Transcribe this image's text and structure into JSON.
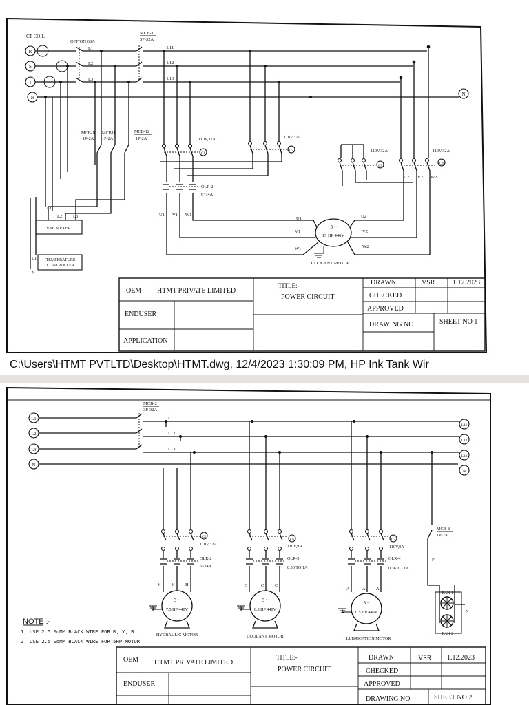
{
  "sheet1": {
    "source_labels": [
      "R",
      "S",
      "T",
      "N"
    ],
    "ct_coil": "CT COIL",
    "offon": "OFF/ON 63A",
    "main_phase_labels": [
      "L1",
      "L2",
      "L3"
    ],
    "mcb1": {
      "name": "MCB-1",
      "rating": "3P-32A"
    },
    "bus_labels": [
      "L11",
      "L12",
      "L13"
    ],
    "neutral_right": "N",
    "mcb10": {
      "name": "MCB-10",
      "rating": "1P-2A"
    },
    "mcb11": {
      "name": "MCB11",
      "rating": "1P-2A"
    },
    "mcb12": {
      "name": "MCB-12",
      "rating": "1P-2A"
    },
    "c1": {
      "rating": "110V,32A",
      "label": "C1"
    },
    "c2": {
      "rating": "110V,32A",
      "label": "C2"
    },
    "c3": {
      "rating": "110V,32A",
      "label": "C3"
    },
    "c4": {
      "rating": "110V,32A",
      "label": "C4"
    },
    "olr2": {
      "name": "OLR-2",
      "range": "6~14A"
    },
    "u_labels": [
      "U1",
      "V1",
      "W1"
    ],
    "u2_labels": [
      "U2",
      "V2",
      "W2"
    ],
    "vaf_labels": [
      "L1",
      "L2",
      "L3"
    ],
    "vaf_meter": "VAF METER",
    "temp_l": "L1",
    "temp_n": "N",
    "temp_controller": [
      "TEMPERATURE",
      "CONTROLLER"
    ],
    "motor": {
      "symbol": "3 ~",
      "rating": "15 HP 440V",
      "name": "COOLANT MOTOR"
    },
    "motor_left": [
      "U1",
      "V1",
      "W1"
    ],
    "motor_right": [
      "U2",
      "V2",
      "W2"
    ],
    "title_block": {
      "oem_label": "OEM",
      "oem_value": "HTMT PRIVATE LIMITED",
      "enduser_label": "ENDUSER",
      "application_label": "APPLICATION",
      "title_label": "TITLE:-",
      "title_value": "POWER CIRCUIT",
      "drawn_label": "DRAWN",
      "drawn_by": "VSR",
      "drawn_date": "1.12.2023",
      "checked_label": "CHECKED",
      "approved_label": "APPROVED",
      "drawing_no_label": "DRAWING NO",
      "sheet_no": "SHEET NO 1"
    }
  },
  "print_footer": "C:\\Users\\HTMT PVTLTD\\Desktop\\HTMT.dwg, 12/4/2023 1:30:09 PM, HP Ink Tank Wir",
  "sheet2": {
    "source_labels": [
      "L1",
      "L2",
      "L3",
      "N"
    ],
    "mcb2": {
      "name": "MCB-2",
      "rating": "3P-32A"
    },
    "bus_labels": [
      "L11",
      "L12",
      "L13"
    ],
    "right_labels": [
      "L11",
      "L12",
      "L13",
      "N"
    ],
    "c5": {
      "rating": "110V,32A",
      "label": "C5",
      "olr": "OLR-2",
      "range": "6~14A"
    },
    "c6": {
      "rating": "110V,9A",
      "label": "C6",
      "olr": "OLR-3",
      "range": "0.36 TO 1A"
    },
    "c7": {
      "rating": "110V,9A",
      "label": "C7",
      "olr": "OLR-4",
      "range": "0.36 TO 1A"
    },
    "mcb8": {
      "name": "MCB-8",
      "rating": "1P-2A",
      "f": "F"
    },
    "motors": [
      {
        "phase": "H",
        "symbol": "3 ~",
        "rating": "7.5 HP 440V",
        "name": "HYDRAULIC MOTOR"
      },
      {
        "phase": "C",
        "symbol": "3 ~",
        "rating": "0.5 HP 440V",
        "name": "COOLANT MOTOR"
      },
      {
        "phase": "A",
        "symbol": "3 ~",
        "rating": "0.5 HP 440V",
        "name": "LUBRICATION MOTOR"
      }
    ],
    "fans": [
      "FAN 1",
      "FAN 2"
    ],
    "fan_n": "N",
    "note_title": "NOTE :-",
    "notes": [
      "1, USE 2.5 SqMM BLACK WIRE FOR R, Y, B.",
      "2, USE 2.5 SqMM BLACK WIRE FOR 5HP MOTOR"
    ],
    "title_block": {
      "oem_label": "OEM",
      "oem_value": "HTMT PRIVATE LIMITED",
      "enduser_label": "ENDUSER",
      "title_label": "TITLE:-",
      "title_value": "POWER CIRCUIT",
      "drawn_label": "DRAWN",
      "drawn_by": "VSR",
      "drawn_date": "1.12.2023",
      "checked_label": "CHECKED",
      "approved_label": "APPROVED",
      "drawing_no_label": "DRAWING NO",
      "sheet_no": "SHEET NO 2"
    }
  }
}
